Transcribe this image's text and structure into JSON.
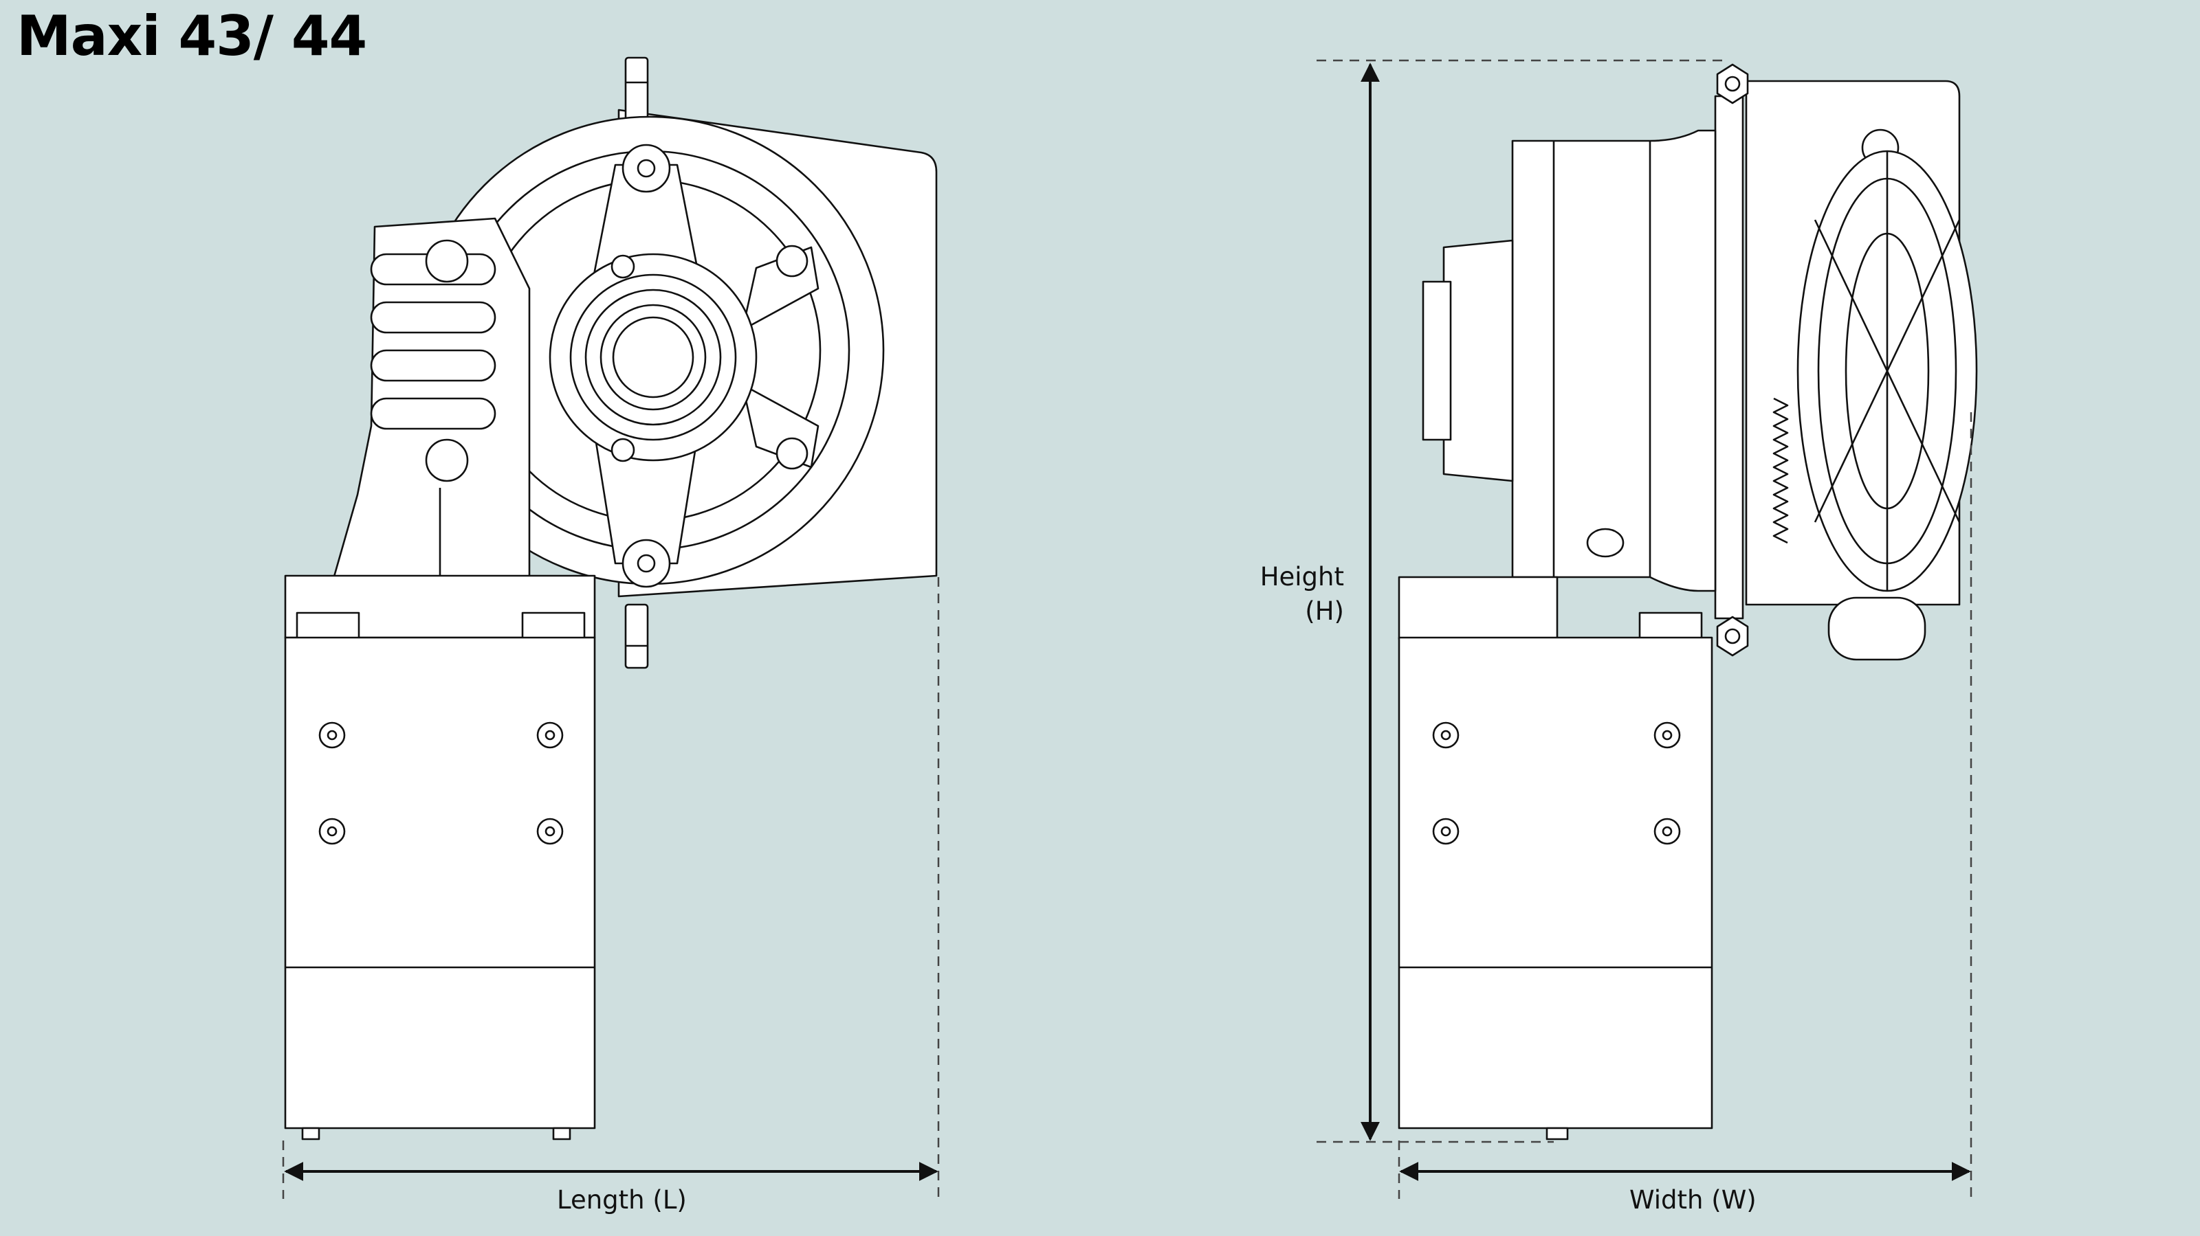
{
  "title": "Maxi 43/ 44",
  "dimensions": {
    "length_label": "Length (L)",
    "height_label_line1": "Height",
    "height_label_line2": "(H)",
    "width_label": "Width (W)"
  },
  "colors": {
    "background": "#cfdfdf",
    "part_fill": "#ffffff",
    "line": "#111111",
    "dashed": "#444444"
  }
}
